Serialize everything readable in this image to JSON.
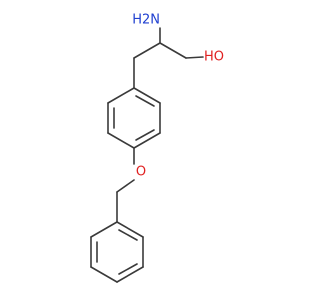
{
  "molecule": {
    "atoms": {
      "amine": "H2N",
      "hydroxyl": "HO",
      "ether_oxygen": "O"
    },
    "colors": {
      "bond": "#3a3a3a",
      "oxygen": "#e02020",
      "nitrogen": "#2040d0"
    }
  }
}
